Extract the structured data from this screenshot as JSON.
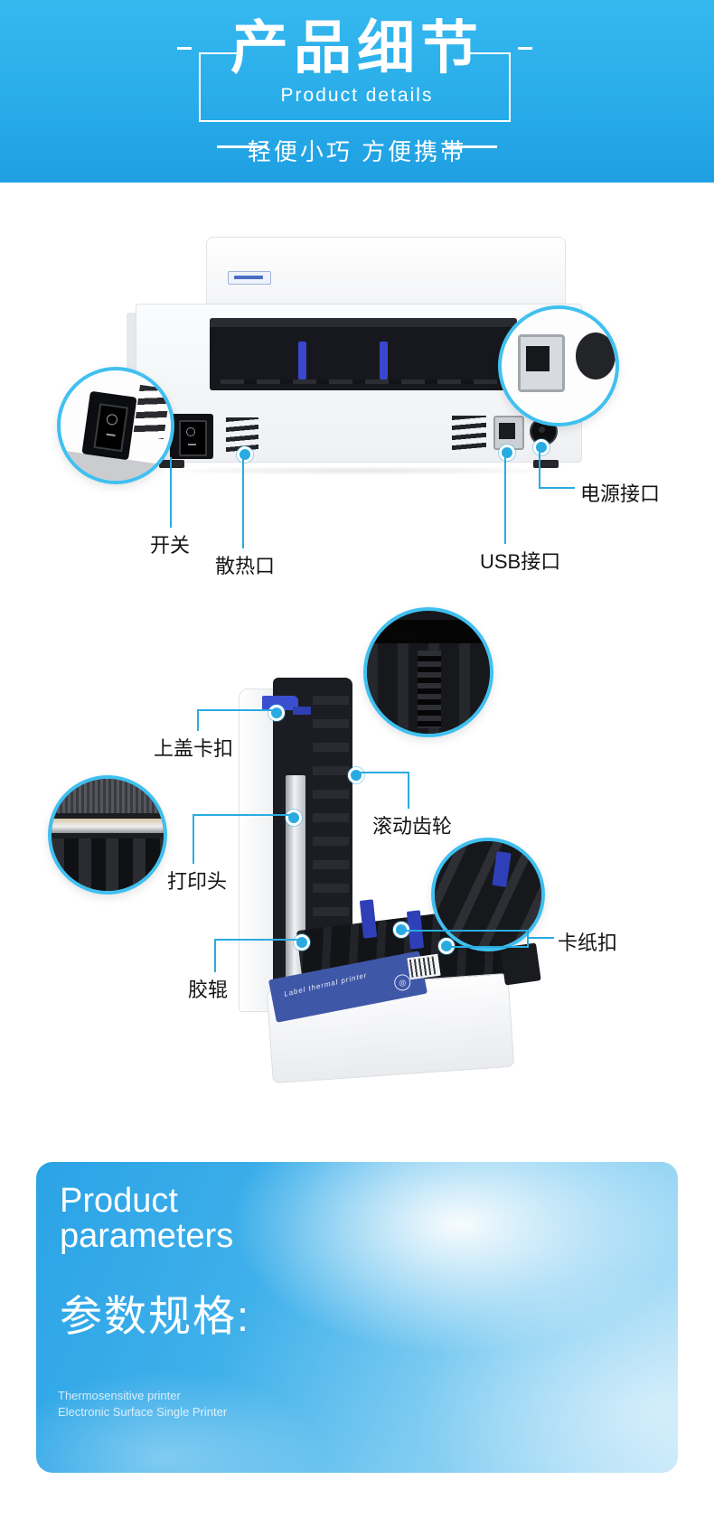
{
  "colors": {
    "accent_cyan": "#29abe2",
    "header_blue": "#29ade9",
    "guide_blue": "#3a4fd0",
    "band_blue": "#3f57a7"
  },
  "header": {
    "title": "产品细节",
    "subtitle": "Product details",
    "tagline": "轻便小巧  方便携带"
  },
  "printer_rear": {
    "callouts": [
      {
        "label": "开关"
      },
      {
        "label": "散热口"
      },
      {
        "label": "USB接口"
      },
      {
        "label": "电源接口"
      }
    ]
  },
  "printer_open": {
    "base_band_text": "Label thermal printer",
    "band_logo_glyph": "◎",
    "callouts": [
      {
        "label": "上盖卡扣"
      },
      {
        "label": "滚动齿轮"
      },
      {
        "label": "打印头"
      },
      {
        "label": "胶辊"
      },
      {
        "label": "卡纸扣"
      }
    ]
  },
  "footer": {
    "title_line1": "Product",
    "title_line2": "parameters",
    "heading_zh": "参数规格:",
    "note_line1": "Thermosensitive printer",
    "note_line2": "Electronic Surface Single Printer"
  }
}
